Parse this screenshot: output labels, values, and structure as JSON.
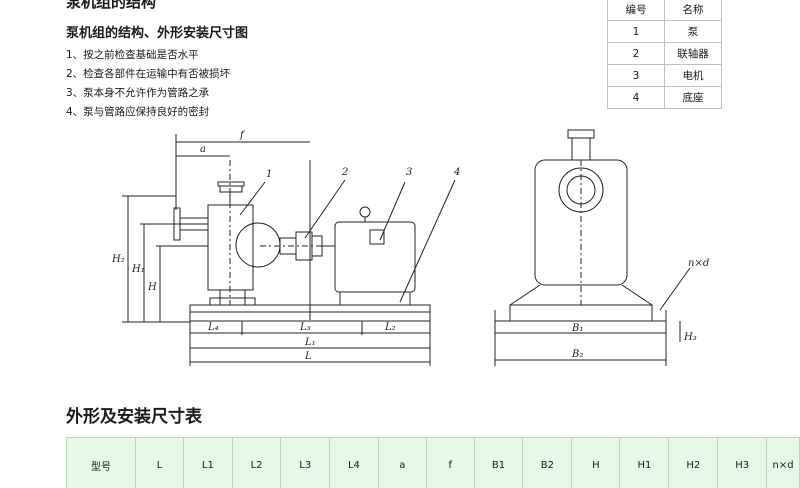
{
  "header": {
    "title": "泵机组的结构",
    "subtitle": "泵机组的结构、外形安装尺寸图"
  },
  "notes": [
    "1、按之前检查基础是否水平",
    "2、检查各部件在运输中有否被损坏",
    "3、泵本身不允许作为管路之承",
    "4、泵与管路应保持良好的密封"
  ],
  "parts_table": {
    "headers": [
      "编号",
      "名称"
    ],
    "rows": [
      {
        "no": "1",
        "name": "泵"
      },
      {
        "no": "2",
        "name": "联轴器"
      },
      {
        "no": "3",
        "name": "电机"
      },
      {
        "no": "4",
        "name": "底座"
      }
    ]
  },
  "drawing_labels": {
    "f": "f",
    "a": "a",
    "n1": "1",
    "n2": "2",
    "n3": "3",
    "n4": "4",
    "h2": "H₂",
    "h1": "H₁",
    "h": "H",
    "l4": "L₄",
    "l3": "L₃",
    "l2": "L₂",
    "l1": "L₁",
    "l": "L",
    "nxd": "n×d",
    "b1": "B₁",
    "b2": "B₂",
    "h3": "H₃"
  },
  "dimension_section": {
    "title": "外形及安装尺寸表",
    "headers": [
      "型号",
      "L",
      "L1",
      "L2",
      "L3",
      "L4",
      "a",
      "f",
      "B1",
      "B2",
      "H",
      "H1",
      "H2",
      "H3",
      "n×d"
    ]
  }
}
